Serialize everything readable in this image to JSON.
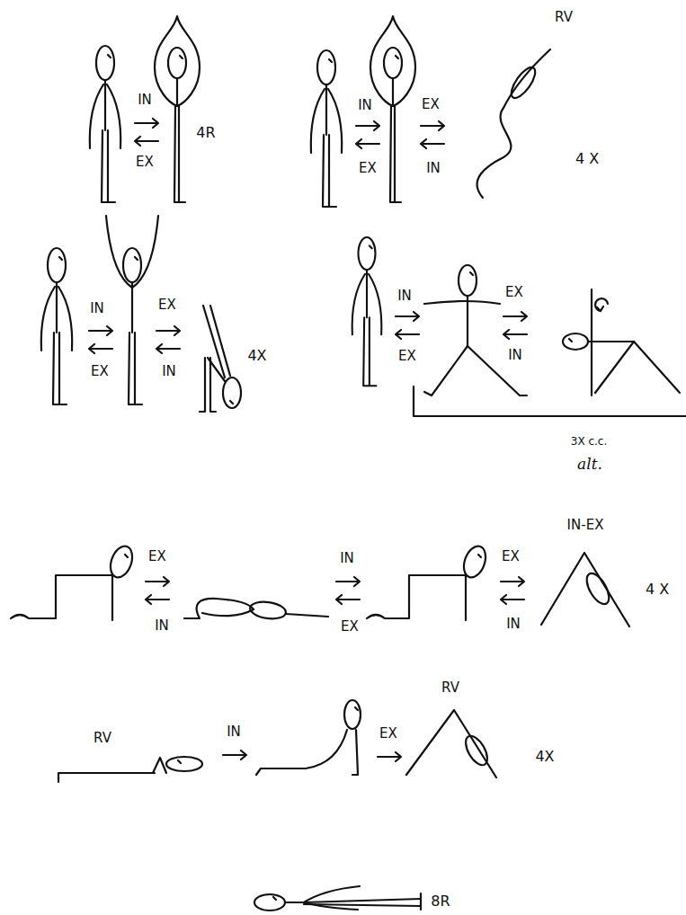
{
  "diagram": {
    "labels": [
      "IN",
      "EX",
      "4R",
      "RV",
      "IN",
      "EX",
      "EX",
      "IN",
      "4 X",
      "IN",
      "EX",
      "EX",
      "IN",
      "4X",
      "IN",
      "EX",
      "EX",
      "IN",
      "3X c.c.",
      "alt.",
      "EX",
      "IN",
      "IN",
      "EX",
      "IN-EX",
      "EX",
      "IN",
      "4 X",
      "RV",
      "IN",
      "EX",
      "RV",
      "4X",
      "8R"
    ]
  }
}
